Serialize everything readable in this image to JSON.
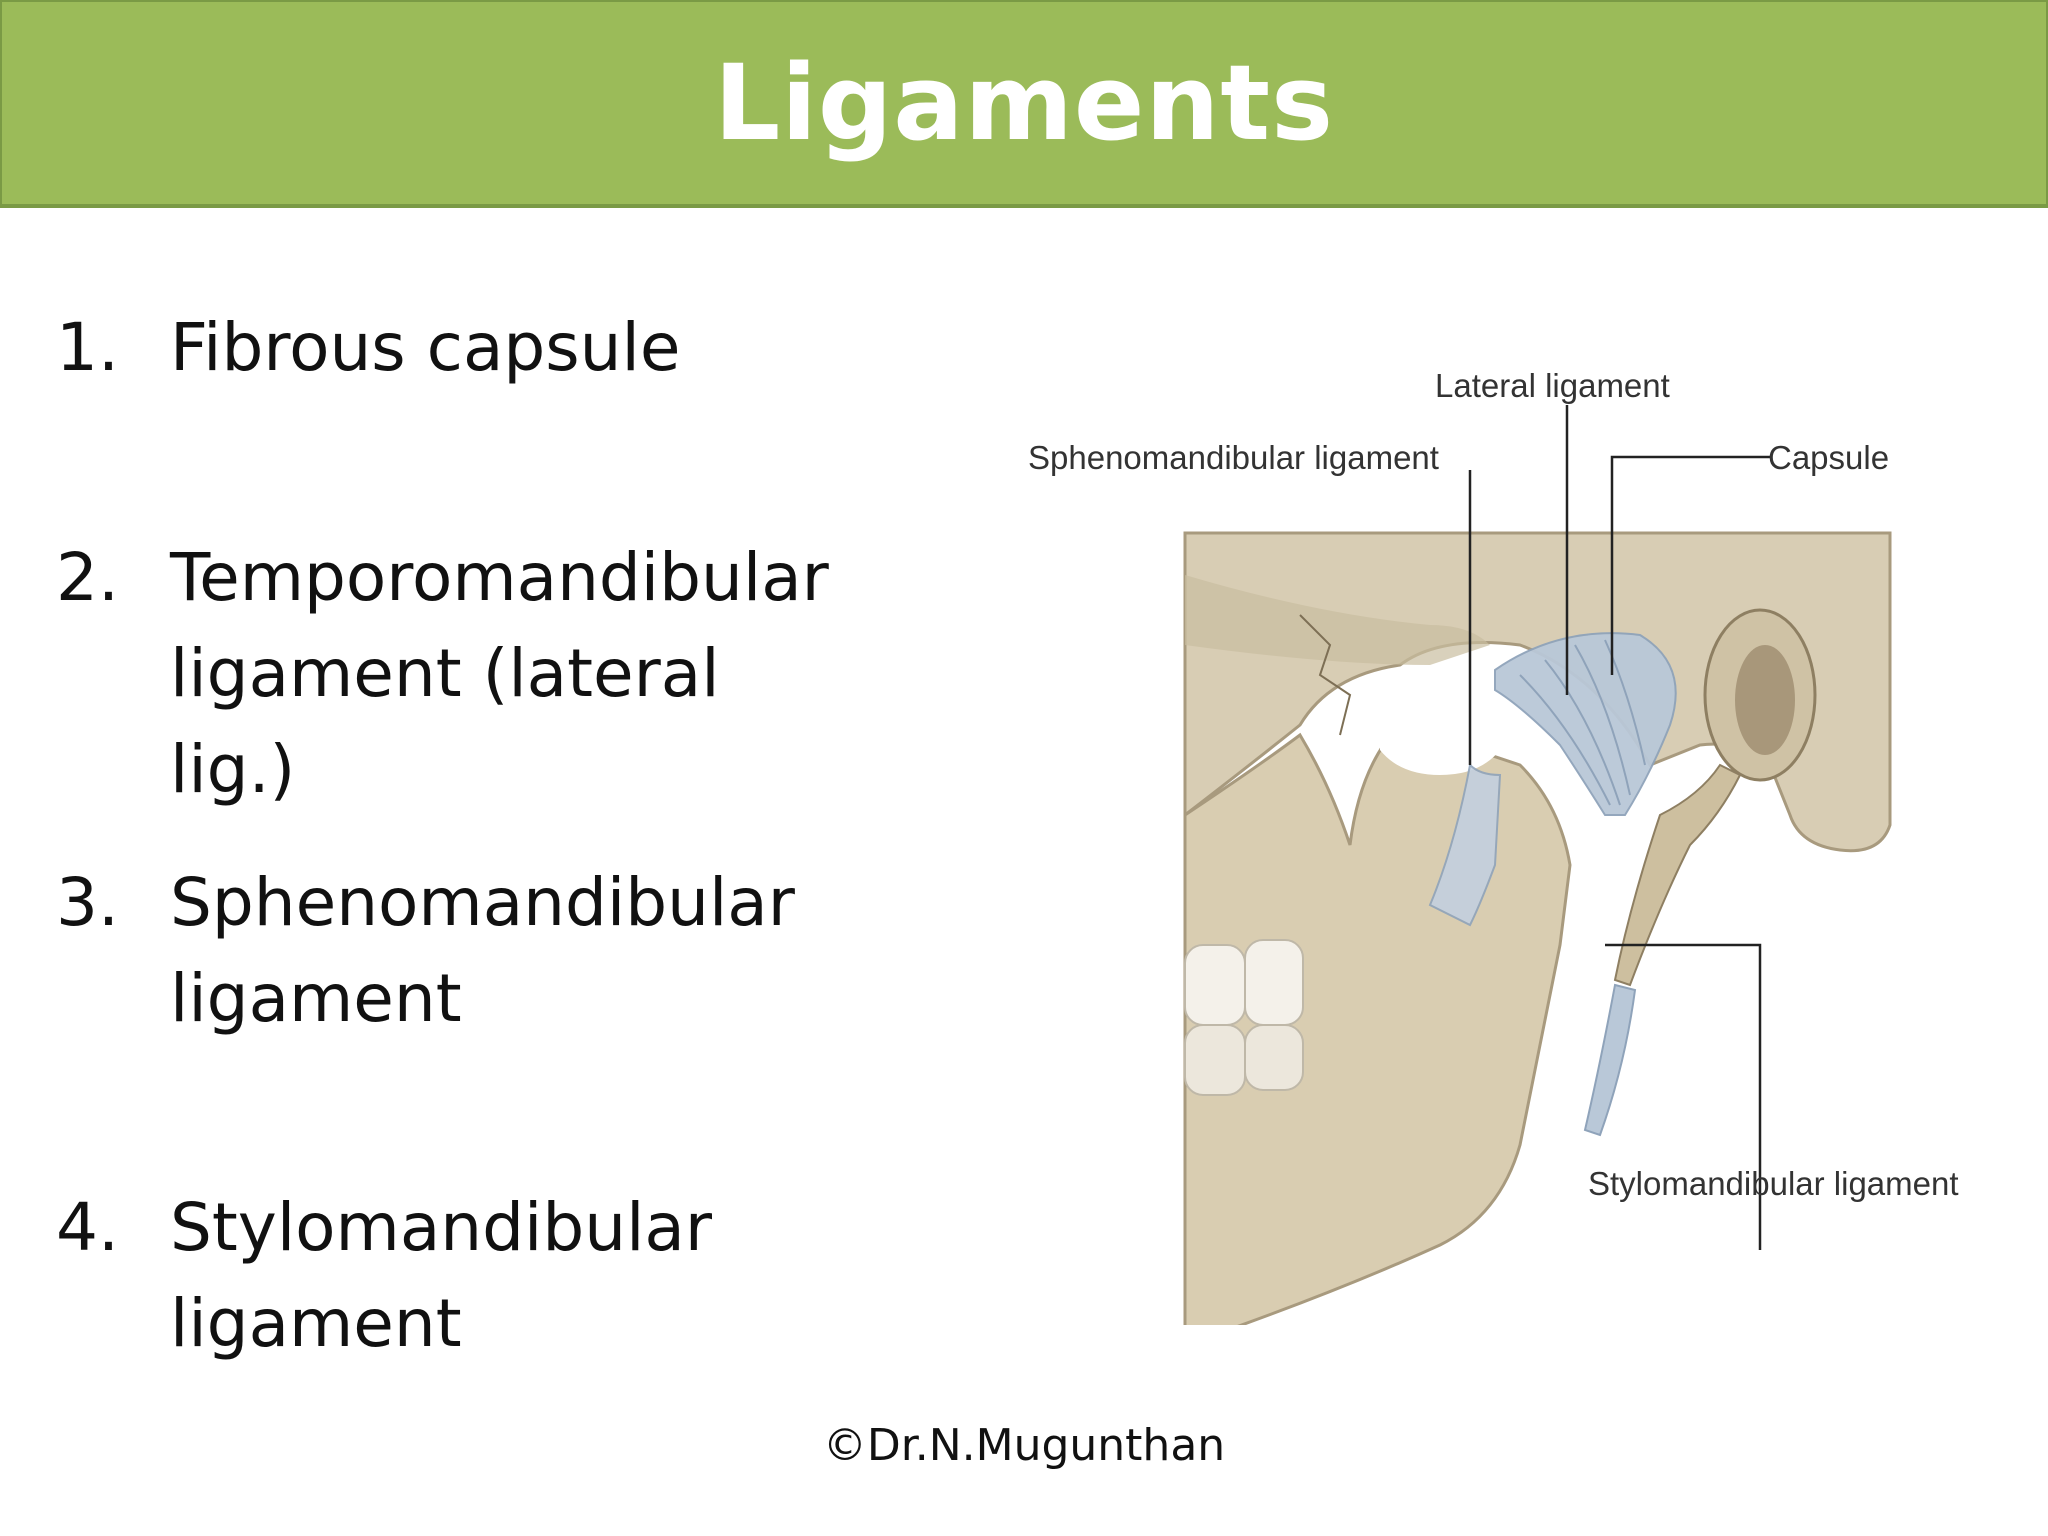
{
  "slide": {
    "title": "Ligaments",
    "items": [
      {
        "number": "1.",
        "text": "Fibrous capsule"
      },
      {
        "number": "2.",
        "text": "Temporomandibular\nligament (lateral lig.)"
      },
      {
        "number": "3.",
        "text": "Sphenomandibular\nligament"
      },
      {
        "number": "4.",
        "text": "Stylomandibular\nligament"
      }
    ],
    "footer": "©Dr.N.Mugunthan"
  },
  "figure": {
    "labels": {
      "lateral": "Lateral ligament",
      "spheno": "Sphenomandibular ligament",
      "capsule": "Capsule",
      "stylo": "Stylomandibular ligament"
    }
  },
  "colors": {
    "title_bar": "#9bbb59",
    "title_text": "#ffffff",
    "bone": "#d8cdb4",
    "ligament": "#b9c8d8"
  }
}
